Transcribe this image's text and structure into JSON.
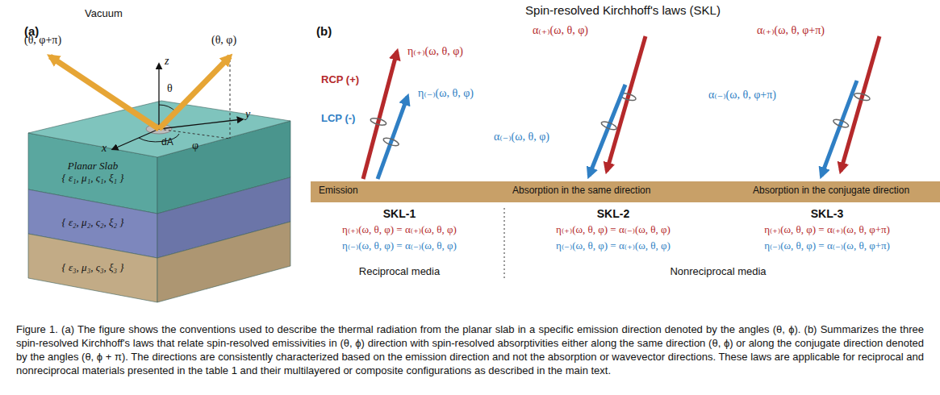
{
  "diagram": {
    "title": "Spin-resolved Kirchhoff's laws (SKL)",
    "caption": "Figure 1. (a) The figure shows the conventions used to describe the thermal radiation from the planar slab in a specific emission direction denoted by the angles (θ, ϕ). (b) Summarizes the three spin-resolved Kirchhoff's laws that relate spin-resolved emissivities in (θ, ϕ) direction with spin-resolved absorptivities either along the same direction (θ, ϕ) or along the conjugate direction denoted by the angles (θ, ϕ + π). The directions are consistently characterized based on the emission direction and not the absorption or wavevector directions. These laws are applicable for reciprocal and nonreciprocal materials presented in the table 1 and their multilayered or composite configurations as described in the main text.",
    "nodes": [
      {
        "text": [
          "Planar Slab",
          "{ ε₁, μ₁, ς₁, ξ₁ }"
        ]
      },
      {
        "text": [
          "{ ε₂, μ₂, ς₂, ξ₂ }"
        ]
      },
      {
        "text": [
          "{ ε₃, μ₃, ς₃, ξ₃ }"
        ]
      },
      {
        "text": [
          "Emission",
          "Absorption in the same direction",
          "Absorption in the conjugate direction"
        ]
      }
    ],
    "labels": [
      "(a)",
      "Vacuum",
      "(θ, φ+π)",
      "(θ, φ)",
      "z",
      "θ",
      "y",
      "x",
      "φ",
      "dA",
      "(b)",
      "RCP (+)",
      "LCP (-)",
      "η₍₊₎(ω, θ, φ)",
      "η₍₋₎(ω, θ, φ)",
      "α₍₊₎(ω, θ, φ)",
      "α₍₋₎(ω, θ, φ)",
      "α₍₊₎(ω, θ, φ+π)",
      "α₍₋₎(ω, θ, φ+π)",
      "SKL-1",
      "η₍₊₎(ω, θ, φ) = α₍₊₎(ω, θ, φ)",
      "η₍₋₎(ω, θ, φ) = α₍₋₎(ω, θ, φ)",
      "Reciprocal media",
      "SKL-2",
      "η₍₊₎(ω, θ, φ) = α₍₋₎(ω, θ, φ)",
      "η₍₋₎(ω, θ, φ) = α₍₊₎(ω, θ, φ)",
      "SKL-3",
      "η₍₊₎(ω, θ, φ) = α₍₊₎(ω, θ, φ+π)",
      "η₍₋₎(ω, θ, φ) = α₍₋₎(ω, θ, φ+π)",
      "Nonreciprocal media"
    ]
  }
}
